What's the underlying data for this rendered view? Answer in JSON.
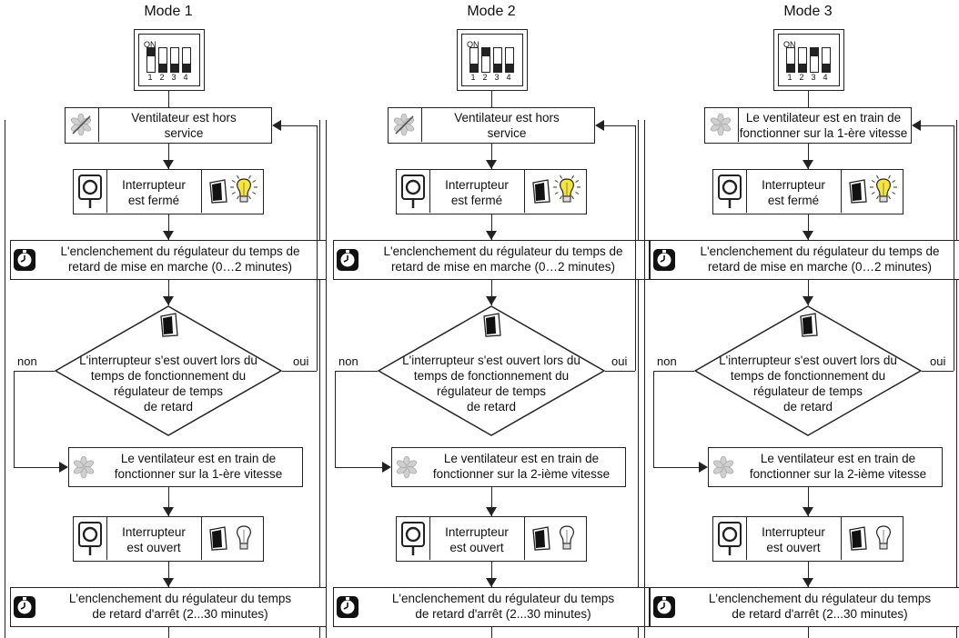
{
  "modes": [
    {
      "title": "Mode 1",
      "dip": {
        "on_label": "ON",
        "numbers": [
          "1",
          "2",
          "3",
          "4"
        ],
        "switches": [
          "up",
          "down",
          "down",
          "down"
        ]
      },
      "top_box": {
        "lines": [
          "Ventilateur est hors",
          "service"
        ],
        "icon": "fan-off-icon"
      },
      "closed_box": {
        "lines": [
          "Interrupteur",
          "est fermé"
        ]
      },
      "timer_on_box": {
        "lines": [
          "L'enclenchement du régulateur du temps de",
          "retard de mise en marche (0…2 minutes)"
        ]
      },
      "decision": {
        "lines": [
          "L'interrupteur s'est ouvert lors du",
          "temps de fonctionnement du",
          "régulateur de temps",
          "de retard"
        ],
        "no": "non",
        "yes": "oui"
      },
      "speed_box": {
        "lines": [
          "Le ventilateur est en train de",
          "fonctionner sur la 1-ère vitesse"
        ]
      },
      "open_box": {
        "lines": [
          "Interrupteur",
          "est ouvert"
        ]
      },
      "timer_off_box": {
        "lines": [
          "L'enclenchement du régulateur du temps",
          "de retard d'arrêt (2...30 minutes)"
        ]
      }
    },
    {
      "title": "Mode 2",
      "dip": {
        "on_label": "ON",
        "numbers": [
          "1",
          "2",
          "3",
          "4"
        ],
        "switches": [
          "down",
          "up",
          "down",
          "down"
        ]
      },
      "top_box": {
        "lines": [
          "Ventilateur est hors",
          "service"
        ],
        "icon": "fan-off-icon"
      },
      "closed_box": {
        "lines": [
          "Interrupteur",
          "est fermé"
        ]
      },
      "timer_on_box": {
        "lines": [
          "L'enclenchement du régulateur du temps de",
          "retard de mise en marche (0…2 minutes)"
        ]
      },
      "decision": {
        "lines": [
          "L'interrupteur s'est ouvert lors du",
          "temps de fonctionnement du",
          "régulateur de temps",
          "de retard"
        ],
        "no": "non",
        "yes": "oui"
      },
      "speed_box": {
        "lines": [
          "Le ventilateur est en train de",
          "fonctionner sur la 2-ième vitesse"
        ]
      },
      "open_box": {
        "lines": [
          "Interrupteur",
          "est ouvert"
        ]
      },
      "timer_off_box": {
        "lines": [
          "L'enclenchement du régulateur du temps",
          "de retard d'arrêt (2...30 minutes)"
        ]
      }
    },
    {
      "title": "Mode 3",
      "dip": {
        "on_label": "ON",
        "numbers": [
          "1",
          "2",
          "3",
          "4"
        ],
        "switches": [
          "down",
          "down",
          "up",
          "down"
        ]
      },
      "top_box": {
        "lines": [
          "Le ventilateur est en train de",
          "fonctionner sur la 1-ère vitesse"
        ],
        "icon": "fan-icon"
      },
      "closed_box": {
        "lines": [
          "Interrupteur",
          "est fermé"
        ]
      },
      "timer_on_box": {
        "lines": [
          "L'enclenchement du régulateur du temps de",
          "retard de mise en marche (0…2 minutes)"
        ]
      },
      "decision": {
        "lines": [
          "L'interrupteur s'est ouvert lors du",
          "temps de fonctionnement du",
          "régulateur de temps",
          "de retard"
        ],
        "no": "non",
        "yes": "oui"
      },
      "speed_box": {
        "lines": [
          "Le ventilateur est en train de",
          "fonctionner sur la 2-ième vitesse"
        ]
      },
      "open_box": {
        "lines": [
          "Interrupteur",
          "est ouvert"
        ]
      },
      "timer_off_box": {
        "lines": [
          "L'enclenchement du régulateur du temps",
          "de retard d'arrêt (2...30 minutes)"
        ]
      }
    }
  ]
}
